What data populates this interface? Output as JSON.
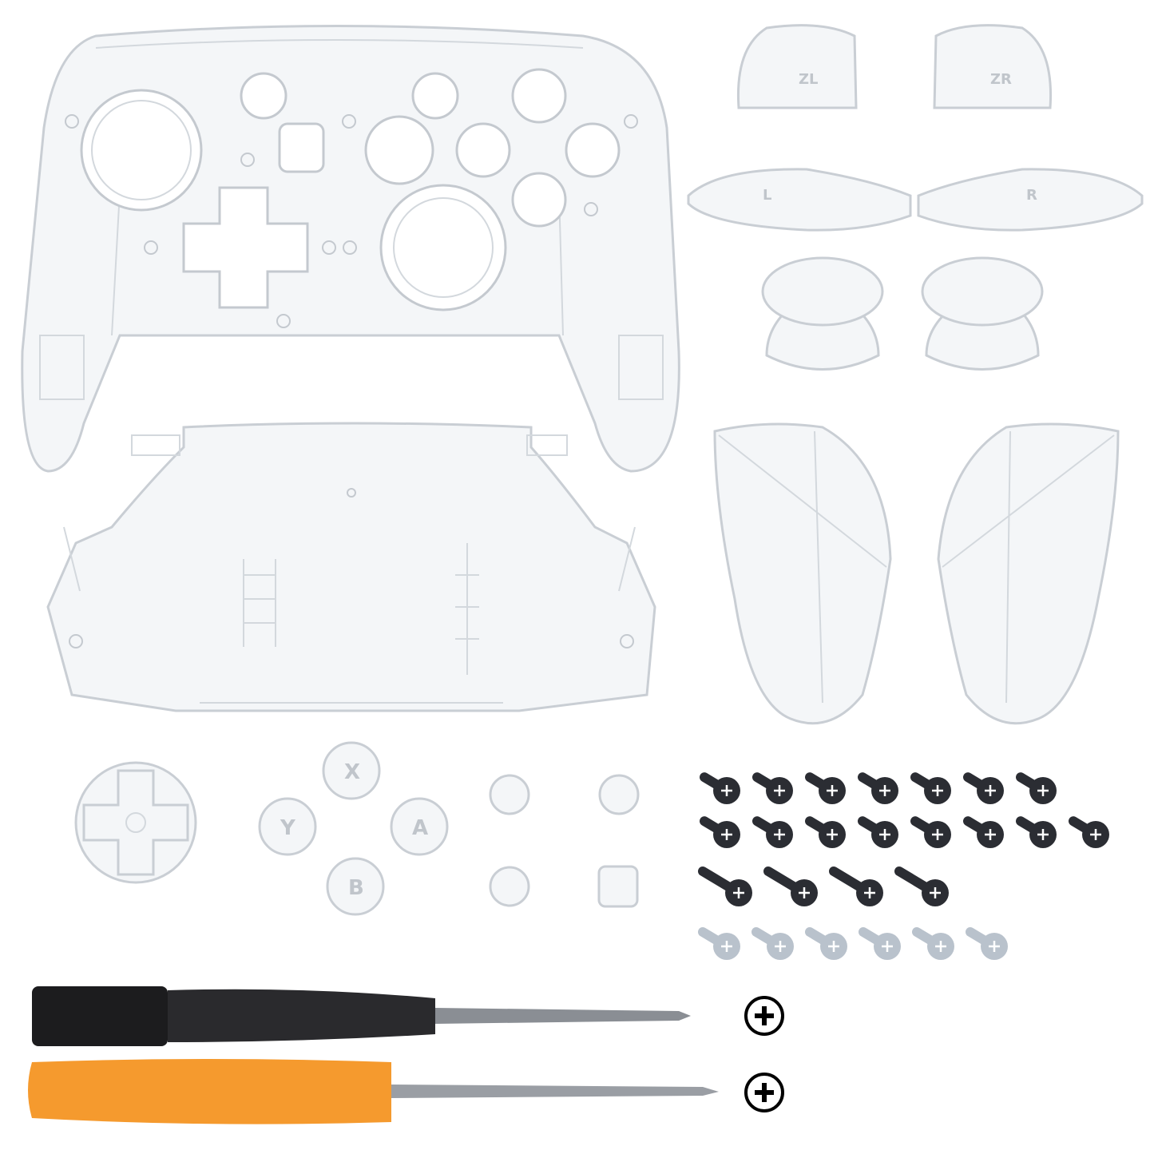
{
  "product": {
    "triggers": [
      {
        "name": "ZL",
        "label": "ZL"
      },
      {
        "name": "ZR",
        "label": "ZR"
      },
      {
        "name": "L",
        "label": "L"
      },
      {
        "name": "R",
        "label": "R"
      }
    ],
    "face_buttons": [
      {
        "name": "X",
        "label": "X"
      },
      {
        "name": "Y",
        "label": "Y"
      },
      {
        "name": "A",
        "label": "A"
      },
      {
        "name": "B",
        "label": "B"
      }
    ],
    "screws": {
      "black_short": 15,
      "black_long": 4,
      "silver": 6
    },
    "tools": [
      {
        "name": "black-screwdriver",
        "tip_icon": "phillips-plus-icon"
      },
      {
        "name": "orange-screwdriver",
        "tip_icon": "phillips-plus-icon"
      }
    ]
  },
  "colors": {
    "shell_fill": "#f4f6f8",
    "shell_stroke": "#c9ced4",
    "screw_black": "#2b2d33",
    "screw_silver": "#b9c2cc",
    "driver_black": "#1c1c1e",
    "driver_orange": "#f59a2e",
    "shaft": "#8a8e94"
  }
}
